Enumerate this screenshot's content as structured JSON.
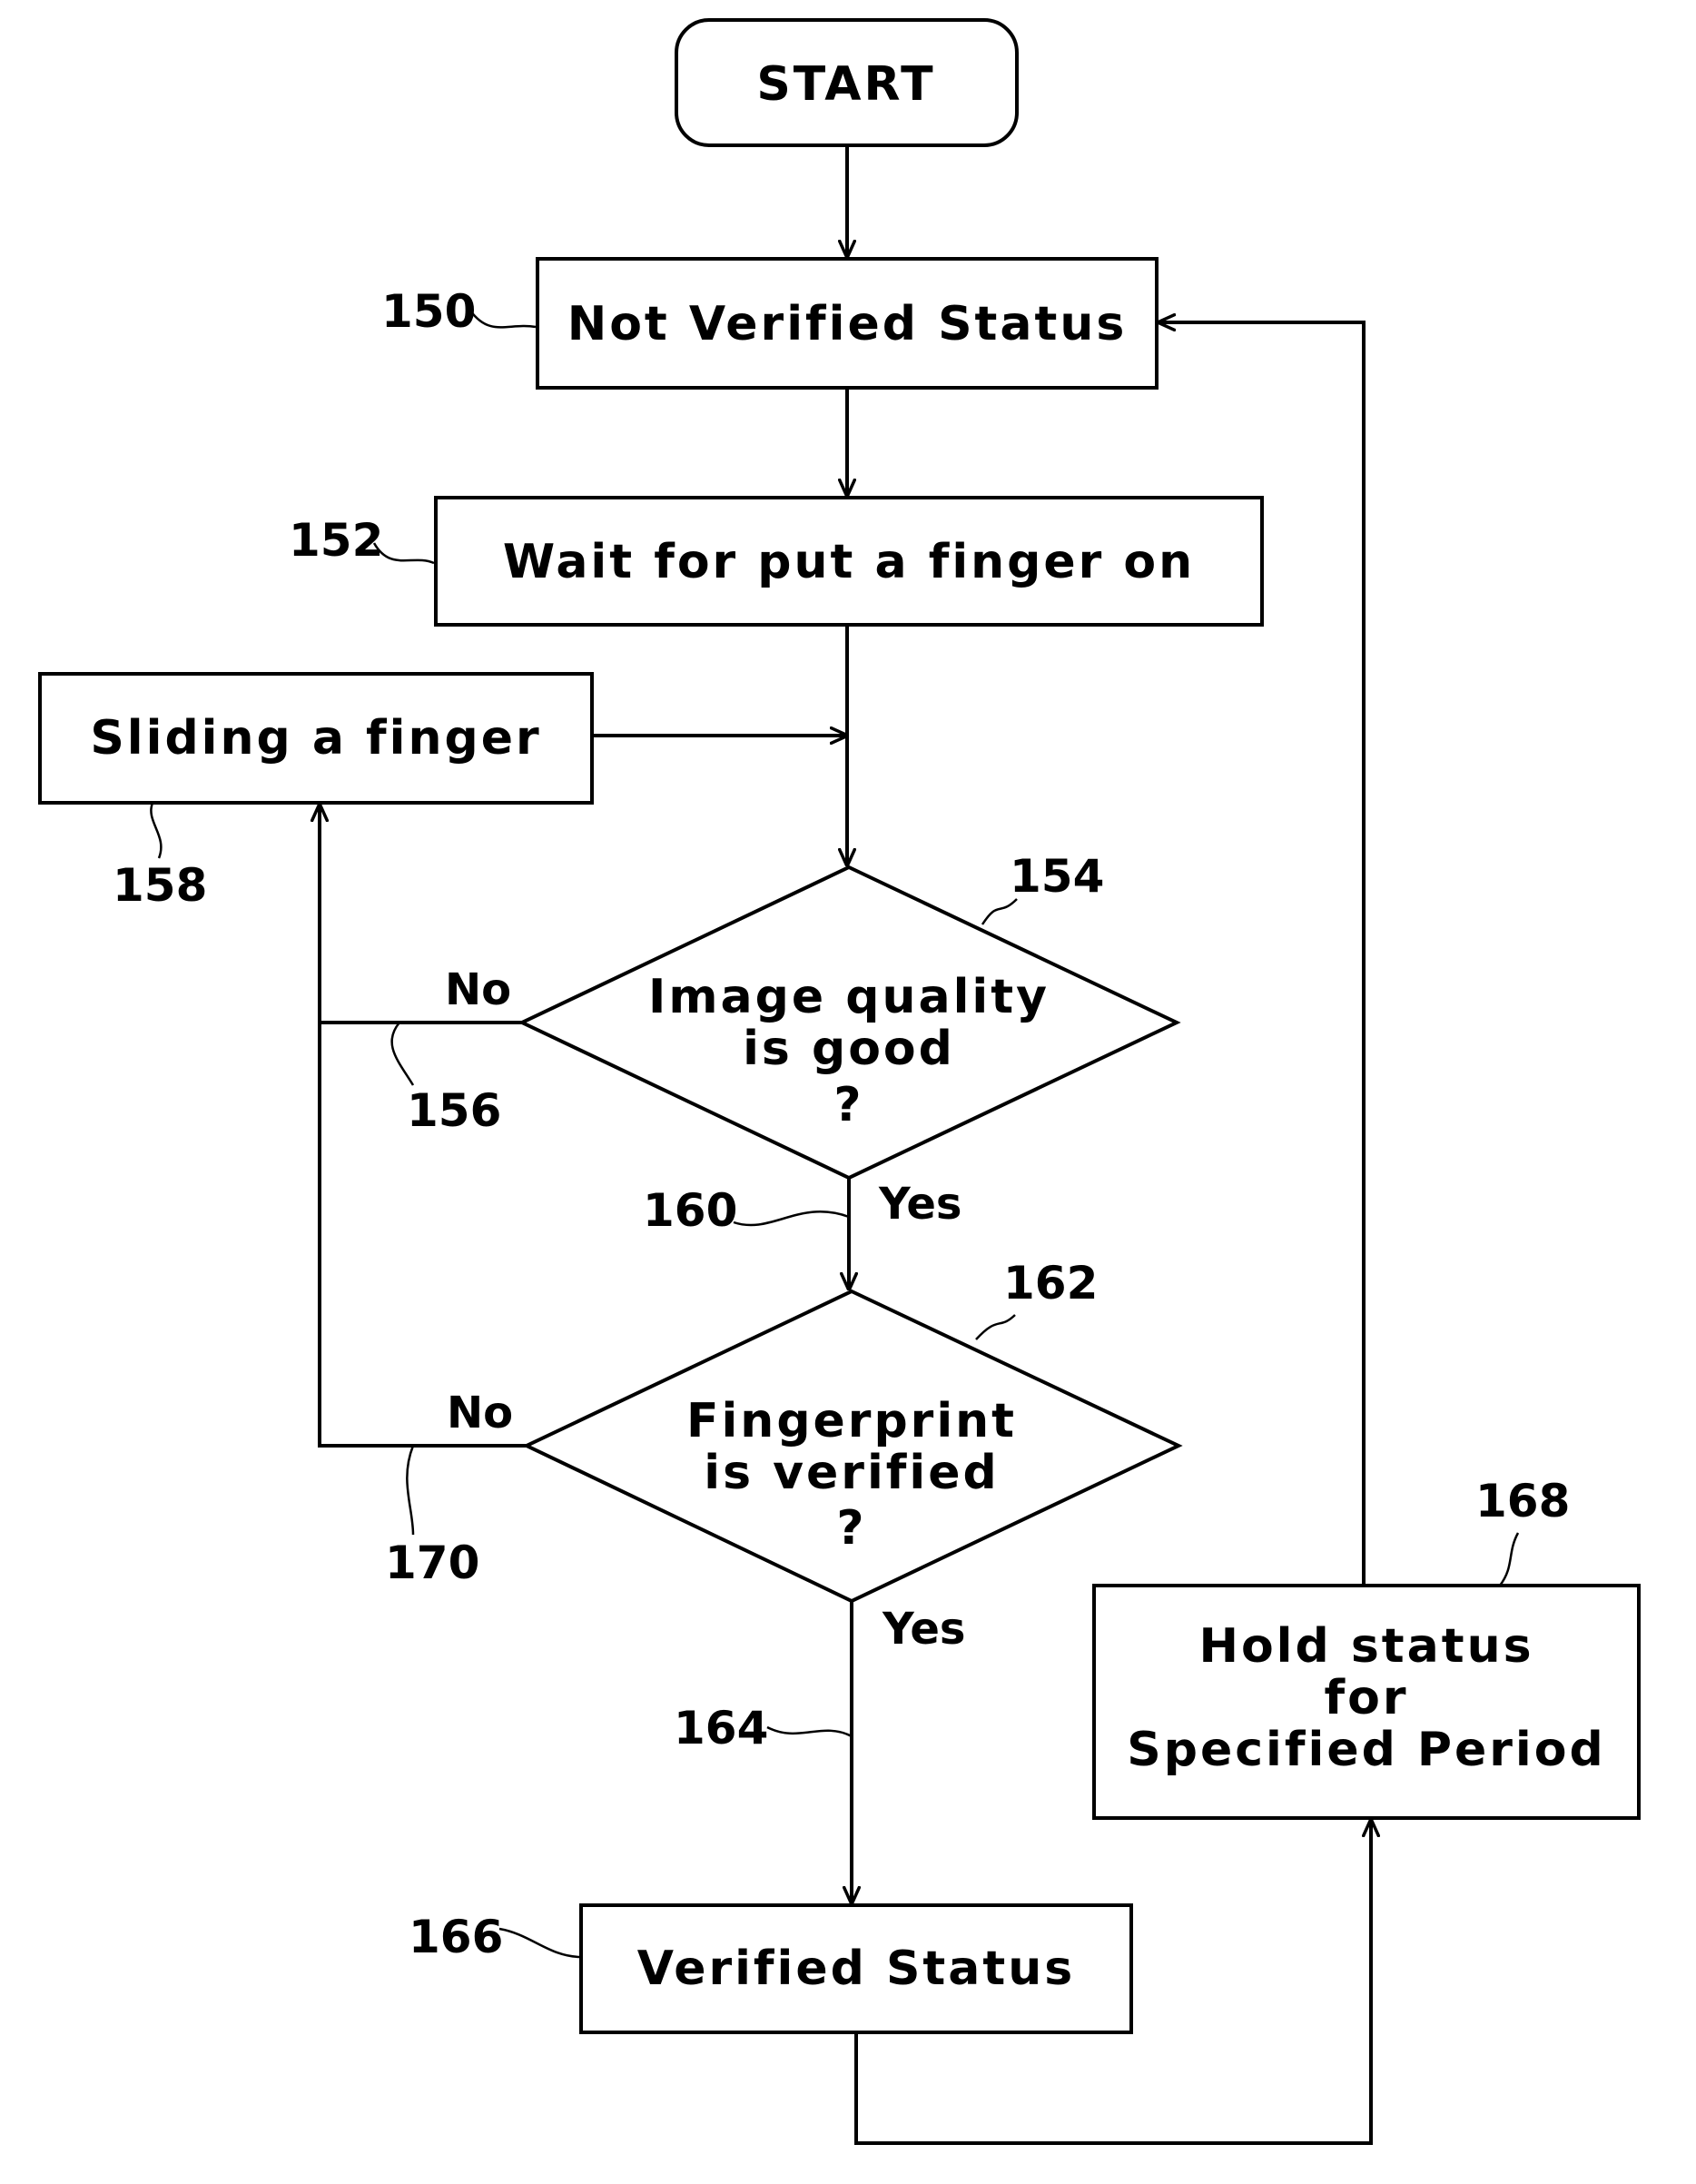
{
  "nodes": {
    "start": "START",
    "not_verified": "Not Verified Status",
    "wait": "Wait for put a finger on",
    "sliding": "Sliding a finger",
    "image_quality": {
      "line1": "Image quality",
      "line2": "is good",
      "line3": "?"
    },
    "fingerprint": {
      "line1": "Fingerprint",
      "line2": "is verified",
      "line3": "?"
    },
    "verified": "Verified Status",
    "hold": {
      "line1": "Hold status",
      "line2": "for",
      "line3": "Specified Period"
    }
  },
  "branches": {
    "q1_no": "No",
    "q1_yes": "Yes",
    "q2_no": "No",
    "q2_yes": "Yes"
  },
  "refs": {
    "r150": "150",
    "r152": "152",
    "r154": "154",
    "r156": "156",
    "r158": "158",
    "r160": "160",
    "r162": "162",
    "r164": "164",
    "r166": "166",
    "r168": "168",
    "r170": "170"
  }
}
